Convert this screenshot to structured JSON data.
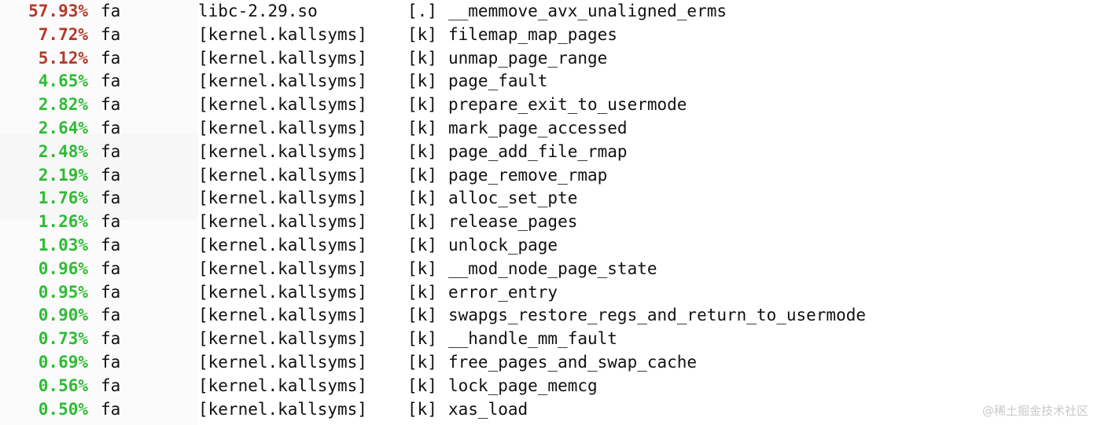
{
  "view": {
    "kind": "perf-report-listing",
    "background_color": "#ffffff",
    "hot_color": "#b3392b",
    "cold_color": "#2fbb35",
    "text_color": "#111111",
    "watermark_color": "#c9c9c9"
  },
  "watermark": {
    "text": "@稀土掘金技术社区"
  },
  "rows": [
    {
      "percent": "57.93%",
      "heat": "hot",
      "command": "fa",
      "dso": "libc-2.29.so",
      "kind": "[.]",
      "symbol": "__memmove_avx_unaligned_erms"
    },
    {
      "percent": "7.72%",
      "heat": "hot",
      "command": "fa",
      "dso": "[kernel.kallsyms]",
      "kind": "[k]",
      "symbol": "filemap_map_pages"
    },
    {
      "percent": "5.12%",
      "heat": "hot",
      "command": "fa",
      "dso": "[kernel.kallsyms]",
      "kind": "[k]",
      "symbol": "unmap_page_range"
    },
    {
      "percent": "4.65%",
      "heat": "cold",
      "command": "fa",
      "dso": "[kernel.kallsyms]",
      "kind": "[k]",
      "symbol": "page_fault"
    },
    {
      "percent": "2.82%",
      "heat": "cold",
      "command": "fa",
      "dso": "[kernel.kallsyms]",
      "kind": "[k]",
      "symbol": "prepare_exit_to_usermode"
    },
    {
      "percent": "2.64%",
      "heat": "cold",
      "command": "fa",
      "dso": "[kernel.kallsyms]",
      "kind": "[k]",
      "symbol": "mark_page_accessed"
    },
    {
      "percent": "2.48%",
      "heat": "cold",
      "command": "fa",
      "dso": "[kernel.kallsyms]",
      "kind": "[k]",
      "symbol": "page_add_file_rmap"
    },
    {
      "percent": "2.19%",
      "heat": "cold",
      "command": "fa",
      "dso": "[kernel.kallsyms]",
      "kind": "[k]",
      "symbol": "page_remove_rmap"
    },
    {
      "percent": "1.76%",
      "heat": "cold",
      "command": "fa",
      "dso": "[kernel.kallsyms]",
      "kind": "[k]",
      "symbol": "alloc_set_pte"
    },
    {
      "percent": "1.26%",
      "heat": "cold",
      "command": "fa",
      "dso": "[kernel.kallsyms]",
      "kind": "[k]",
      "symbol": "release_pages"
    },
    {
      "percent": "1.03%",
      "heat": "cold",
      "command": "fa",
      "dso": "[kernel.kallsyms]",
      "kind": "[k]",
      "symbol": "unlock_page"
    },
    {
      "percent": "0.96%",
      "heat": "cold",
      "command": "fa",
      "dso": "[kernel.kallsyms]",
      "kind": "[k]",
      "symbol": "__mod_node_page_state"
    },
    {
      "percent": "0.95%",
      "heat": "cold",
      "command": "fa",
      "dso": "[kernel.kallsyms]",
      "kind": "[k]",
      "symbol": "error_entry"
    },
    {
      "percent": "0.90%",
      "heat": "cold",
      "command": "fa",
      "dso": "[kernel.kallsyms]",
      "kind": "[k]",
      "symbol": "swapgs_restore_regs_and_return_to_usermode"
    },
    {
      "percent": "0.73%",
      "heat": "cold",
      "command": "fa",
      "dso": "[kernel.kallsyms]",
      "kind": "[k]",
      "symbol": "__handle_mm_fault"
    },
    {
      "percent": "0.69%",
      "heat": "cold",
      "command": "fa",
      "dso": "[kernel.kallsyms]",
      "kind": "[k]",
      "symbol": "free_pages_and_swap_cache"
    },
    {
      "percent": "0.56%",
      "heat": "cold",
      "command": "fa",
      "dso": "[kernel.kallsyms]",
      "kind": "[k]",
      "symbol": "lock_page_memcg"
    },
    {
      "percent": "0.50%",
      "heat": "cold",
      "command": "fa",
      "dso": "[kernel.kallsyms]",
      "kind": "[k]",
      "symbol": "xas_load"
    }
  ]
}
